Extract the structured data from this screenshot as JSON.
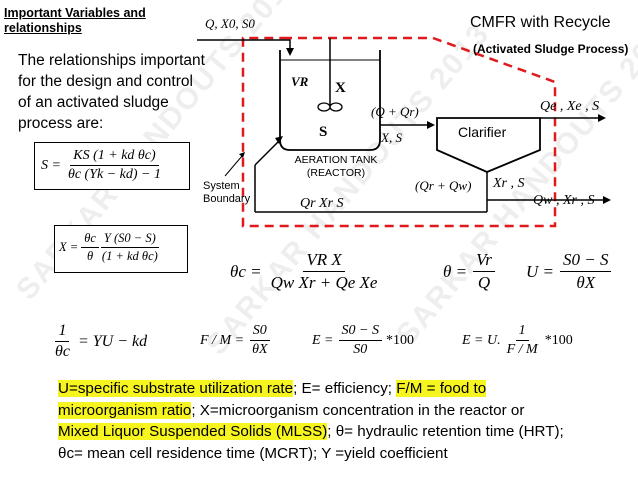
{
  "heading": "Important Variables and relationships",
  "intro": "The relationships important for the design and control of an activated sludge process are:",
  "diagram": {
    "title": "CMFR with Recycle",
    "subtitle": "(Activated Sludge Process)",
    "inflow": "Q, X0, S0",
    "reactor_vol": "VR",
    "reactor_x": "X",
    "reactor_s": "S",
    "tank_label": "AERATION TANK (REACTOR)",
    "flow_to_clarifier": "(Q + Qr)",
    "flow_conc": "X, S",
    "clarifier": "Clarifier",
    "effluent": "Qe , Xe , S",
    "underflow": "(Qr + Qw)",
    "underflow_conc": "Xr , S",
    "recycle": "Qr  Xr  S",
    "waste": "Qw ,  Xr , S",
    "boundary": "System Boundary"
  },
  "equations": {
    "s_lhs": "S =",
    "s_num": "KS (1 + kd θc)",
    "s_den": "θc (Yk − kd) − 1",
    "x_lhs": "X =",
    "x_f1_num": "θc",
    "x_f1_den": "θ",
    "x_f2_num": "Y (S0 − S)",
    "x_f2_den": "(1 + kd θc)",
    "thetac_lhs": "θc =",
    "thetac_num": "VR X",
    "thetac_den": "Qw Xr + Qe Xe",
    "theta_lhs": "θ =",
    "theta_num": "Vr",
    "theta_den": "Q",
    "u_lhs": "U =",
    "u_num": "S0 − S",
    "u_den": "θX",
    "inv_num": "1",
    "inv_den": "θc",
    "inv_rhs": "= YU − kd",
    "fm_lhs": "F / M =",
    "fm_num": "S0",
    "fm_den": "θX",
    "e_lhs": "E =",
    "e_num": "S0 − S",
    "e_den": "S0",
    "e_rhs": "*100",
    "e2_lhs": "E = U.",
    "e2_num": "1",
    "e2_den": "F / M",
    "e2_rhs": "*100"
  },
  "definitions": {
    "line1_hl": "U=specific substrate utilization rate",
    "line1_a": "; E= efficiency; ",
    "line1_hl2": "F/M = food to",
    "line2_hl": "microorganism ratio",
    "line2_a": "; X=microorganism concentration in the reactor or",
    "line3_hl": "Mixed Liquor Suspended Solids (MLSS)",
    "line3_a": "; θ= hydraulic retention time (HRT);",
    "line4": "θc= mean cell residence time (MCRT); Y =yield coefficient"
  },
  "watermark": "SARKAR HANDOUTS 2013",
  "colors": {
    "boundary": "#e0191c",
    "highlight": "#f7f51f"
  }
}
